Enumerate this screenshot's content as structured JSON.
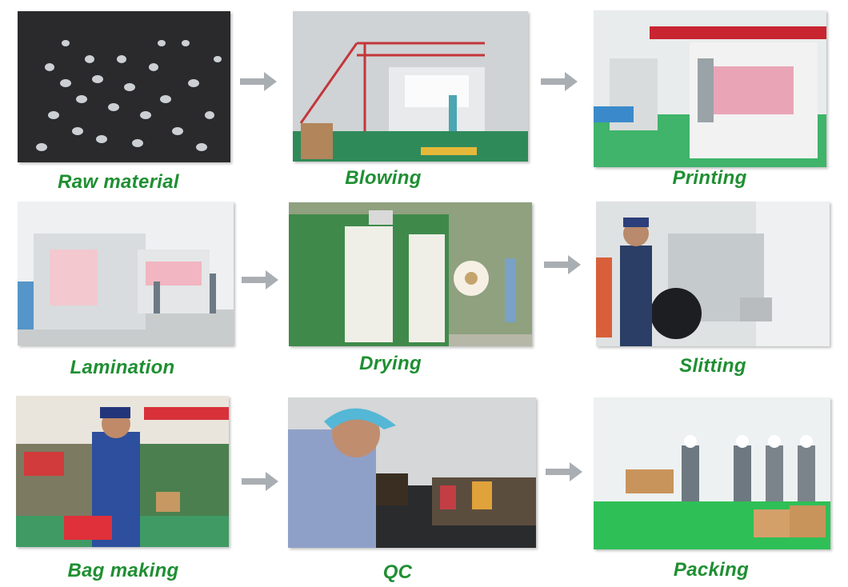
{
  "steps": [
    {
      "label": "Raw material"
    },
    {
      "label": "Blowing"
    },
    {
      "label": "Printing"
    },
    {
      "label": "Lamination"
    },
    {
      "label": "Drying"
    },
    {
      "label": "Slitting"
    },
    {
      "label": "Bag making"
    },
    {
      "label": "QC"
    },
    {
      "label": "Packing"
    }
  ],
  "colors": {
    "label": "#1f8f32",
    "arrow": "#a9aeb3"
  },
  "icons": {
    "arrow": "arrow-right-icon"
  }
}
